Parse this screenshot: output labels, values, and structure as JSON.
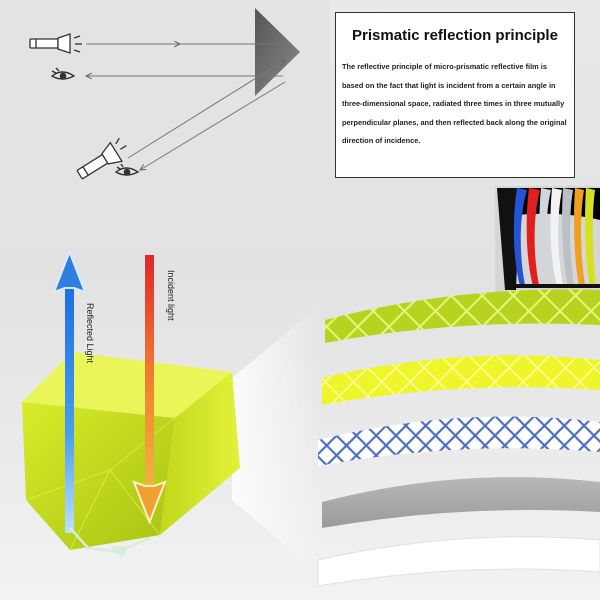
{
  "info_box": {
    "title": "Prismatic reflection principle",
    "body": "The reflective principle of micro-prismatic reflective film is based on the fact that light is incident from a certain angle in three-dimensional space, radiated three times in three mutually perpendicular planes, and then reflected back along the original direction of incidence."
  },
  "prism_labels": {
    "incident": "Incident light",
    "reflected": "Reflected Light"
  },
  "icons": [
    "flashlight-icon",
    "eye-icon",
    "prism-icon",
    "reflective-strip-icon"
  ],
  "colors": {
    "incident_arrow": "#e0262a",
    "reflected_arrow": "#2f7fe0",
    "prism": "#c9e21a",
    "strip_lime": "#bfd82a",
    "strip_yellow": "#eef52a",
    "strip_blue_lattice": "#4e6fc0",
    "strip_grey": "#a7a7a7",
    "strip_white": "#ffffff"
  },
  "sample_colors": [
    "#2453d6",
    "#e02020",
    "#cfd6dc",
    "#f2f2f2",
    "#b9c0c6",
    "#f0a020",
    "#d4e020"
  ]
}
